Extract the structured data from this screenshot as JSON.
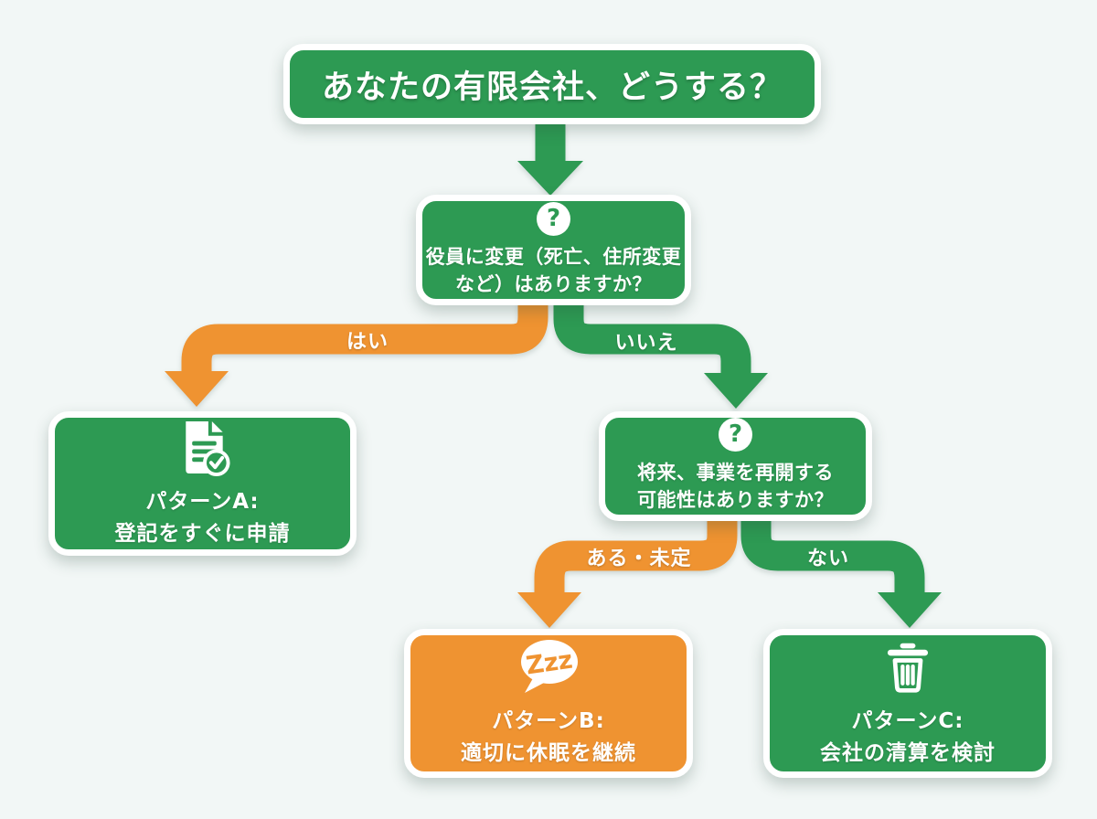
{
  "colors": {
    "green": "#2d9a53",
    "orange": "#ef9331",
    "background": "#f2f7f6",
    "white": "#ffffff"
  },
  "title": {
    "text": "あなたの有限会社、どうする？"
  },
  "question1": {
    "icon_glyph": "?",
    "text": "役員に変更（死亡、住所変更\nなど）はありますか？",
    "branches": [
      {
        "label": "はい",
        "color": "#ef9331",
        "target": "pattern-a"
      },
      {
        "label": "いいえ",
        "color": "#2d9a53",
        "target": "question-2"
      }
    ]
  },
  "question2": {
    "icon_glyph": "?",
    "text": "将来、事業を再開する\n可能性はありますか？",
    "branches": [
      {
        "label": "ある・未定",
        "color": "#ef9331",
        "target": "pattern-b"
      },
      {
        "label": "ない",
        "color": "#2d9a53",
        "target": "pattern-c"
      }
    ]
  },
  "patterns": {
    "a": {
      "icon": "document-check-icon",
      "label": "パターンA:",
      "action": "登記をすぐに申請"
    },
    "b": {
      "icon": "sleep-zzz-icon",
      "icon_text": "Zzz",
      "label": "パターンB:",
      "action": "適切に休眠を継続"
    },
    "c": {
      "icon": "trash-icon",
      "label": "パターンC:",
      "action": "会社の清算を検討"
    }
  }
}
